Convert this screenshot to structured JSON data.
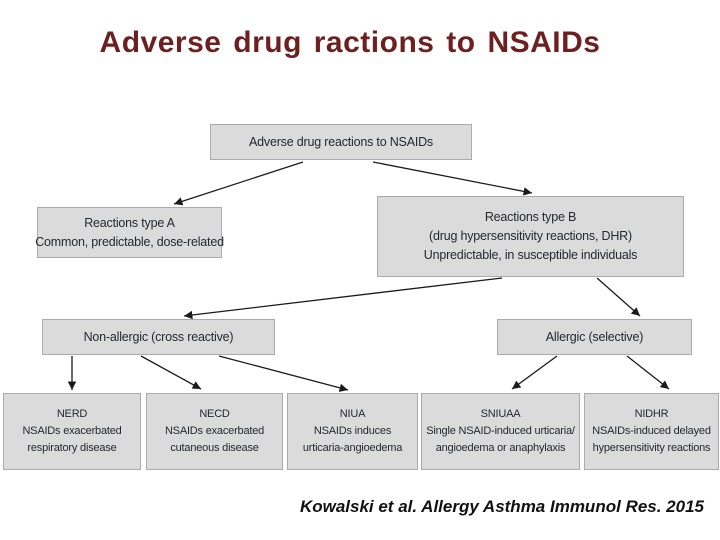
{
  "slide": {
    "title": "Adverse drug ractions to NSAIDs",
    "citation": "Kowalski et al. Allergy Asthma Immunol Res. 2015"
  },
  "diagram": {
    "nodes": {
      "root": {
        "lines": [
          "Adverse drug reactions to NSAIDs"
        ]
      },
      "typeA": {
        "lines": [
          "Reactions type A",
          "Common, predictable, dose-related"
        ]
      },
      "typeB": {
        "lines": [
          "Reactions type B",
          "(drug hypersensitivity reactions, DHR)",
          "Unpredictable, in susceptible individuals"
        ]
      },
      "nonAllergic": {
        "lines": [
          "Non-allergic (cross reactive)"
        ]
      },
      "allergic": {
        "lines": [
          "Allergic (selective)"
        ]
      },
      "nerd": {
        "lines": [
          "NERD",
          "NSAIDs exacerbated",
          "respiratory disease"
        ]
      },
      "necd": {
        "lines": [
          "NECD",
          "NSAIDs exacerbated",
          "cutaneous disease"
        ]
      },
      "niua": {
        "lines": [
          "NIUA",
          "NSAIDs induces",
          "urticaria-angioedema"
        ]
      },
      "sniuaa": {
        "lines": [
          "SNIUAA",
          "Single NSAID-induced urticaria/",
          "angioedema or anaphylaxis"
        ]
      },
      "nidhr": {
        "lines": [
          "NIDHR",
          "NSAIDs-induced delayed",
          "hypersensitivity reactions"
        ]
      }
    },
    "edges": [
      {
        "from": "root",
        "to": "typeA"
      },
      {
        "from": "root",
        "to": "typeB"
      },
      {
        "from": "typeB",
        "to": "nonAllergic"
      },
      {
        "from": "typeB",
        "to": "allergic"
      },
      {
        "from": "nonAllergic",
        "to": "nerd"
      },
      {
        "from": "nonAllergic",
        "to": "necd"
      },
      {
        "from": "nonAllergic",
        "to": "niua"
      },
      {
        "from": "allergic",
        "to": "sniuaa"
      },
      {
        "from": "allergic",
        "to": "nidhr"
      }
    ],
    "colors": {
      "title": "#6e1f1f",
      "box_fill": "#dbdbdb",
      "box_border": "#ababab",
      "box_text": "#252830",
      "arrow": "#1b1b1b",
      "citation": "#111111"
    }
  }
}
